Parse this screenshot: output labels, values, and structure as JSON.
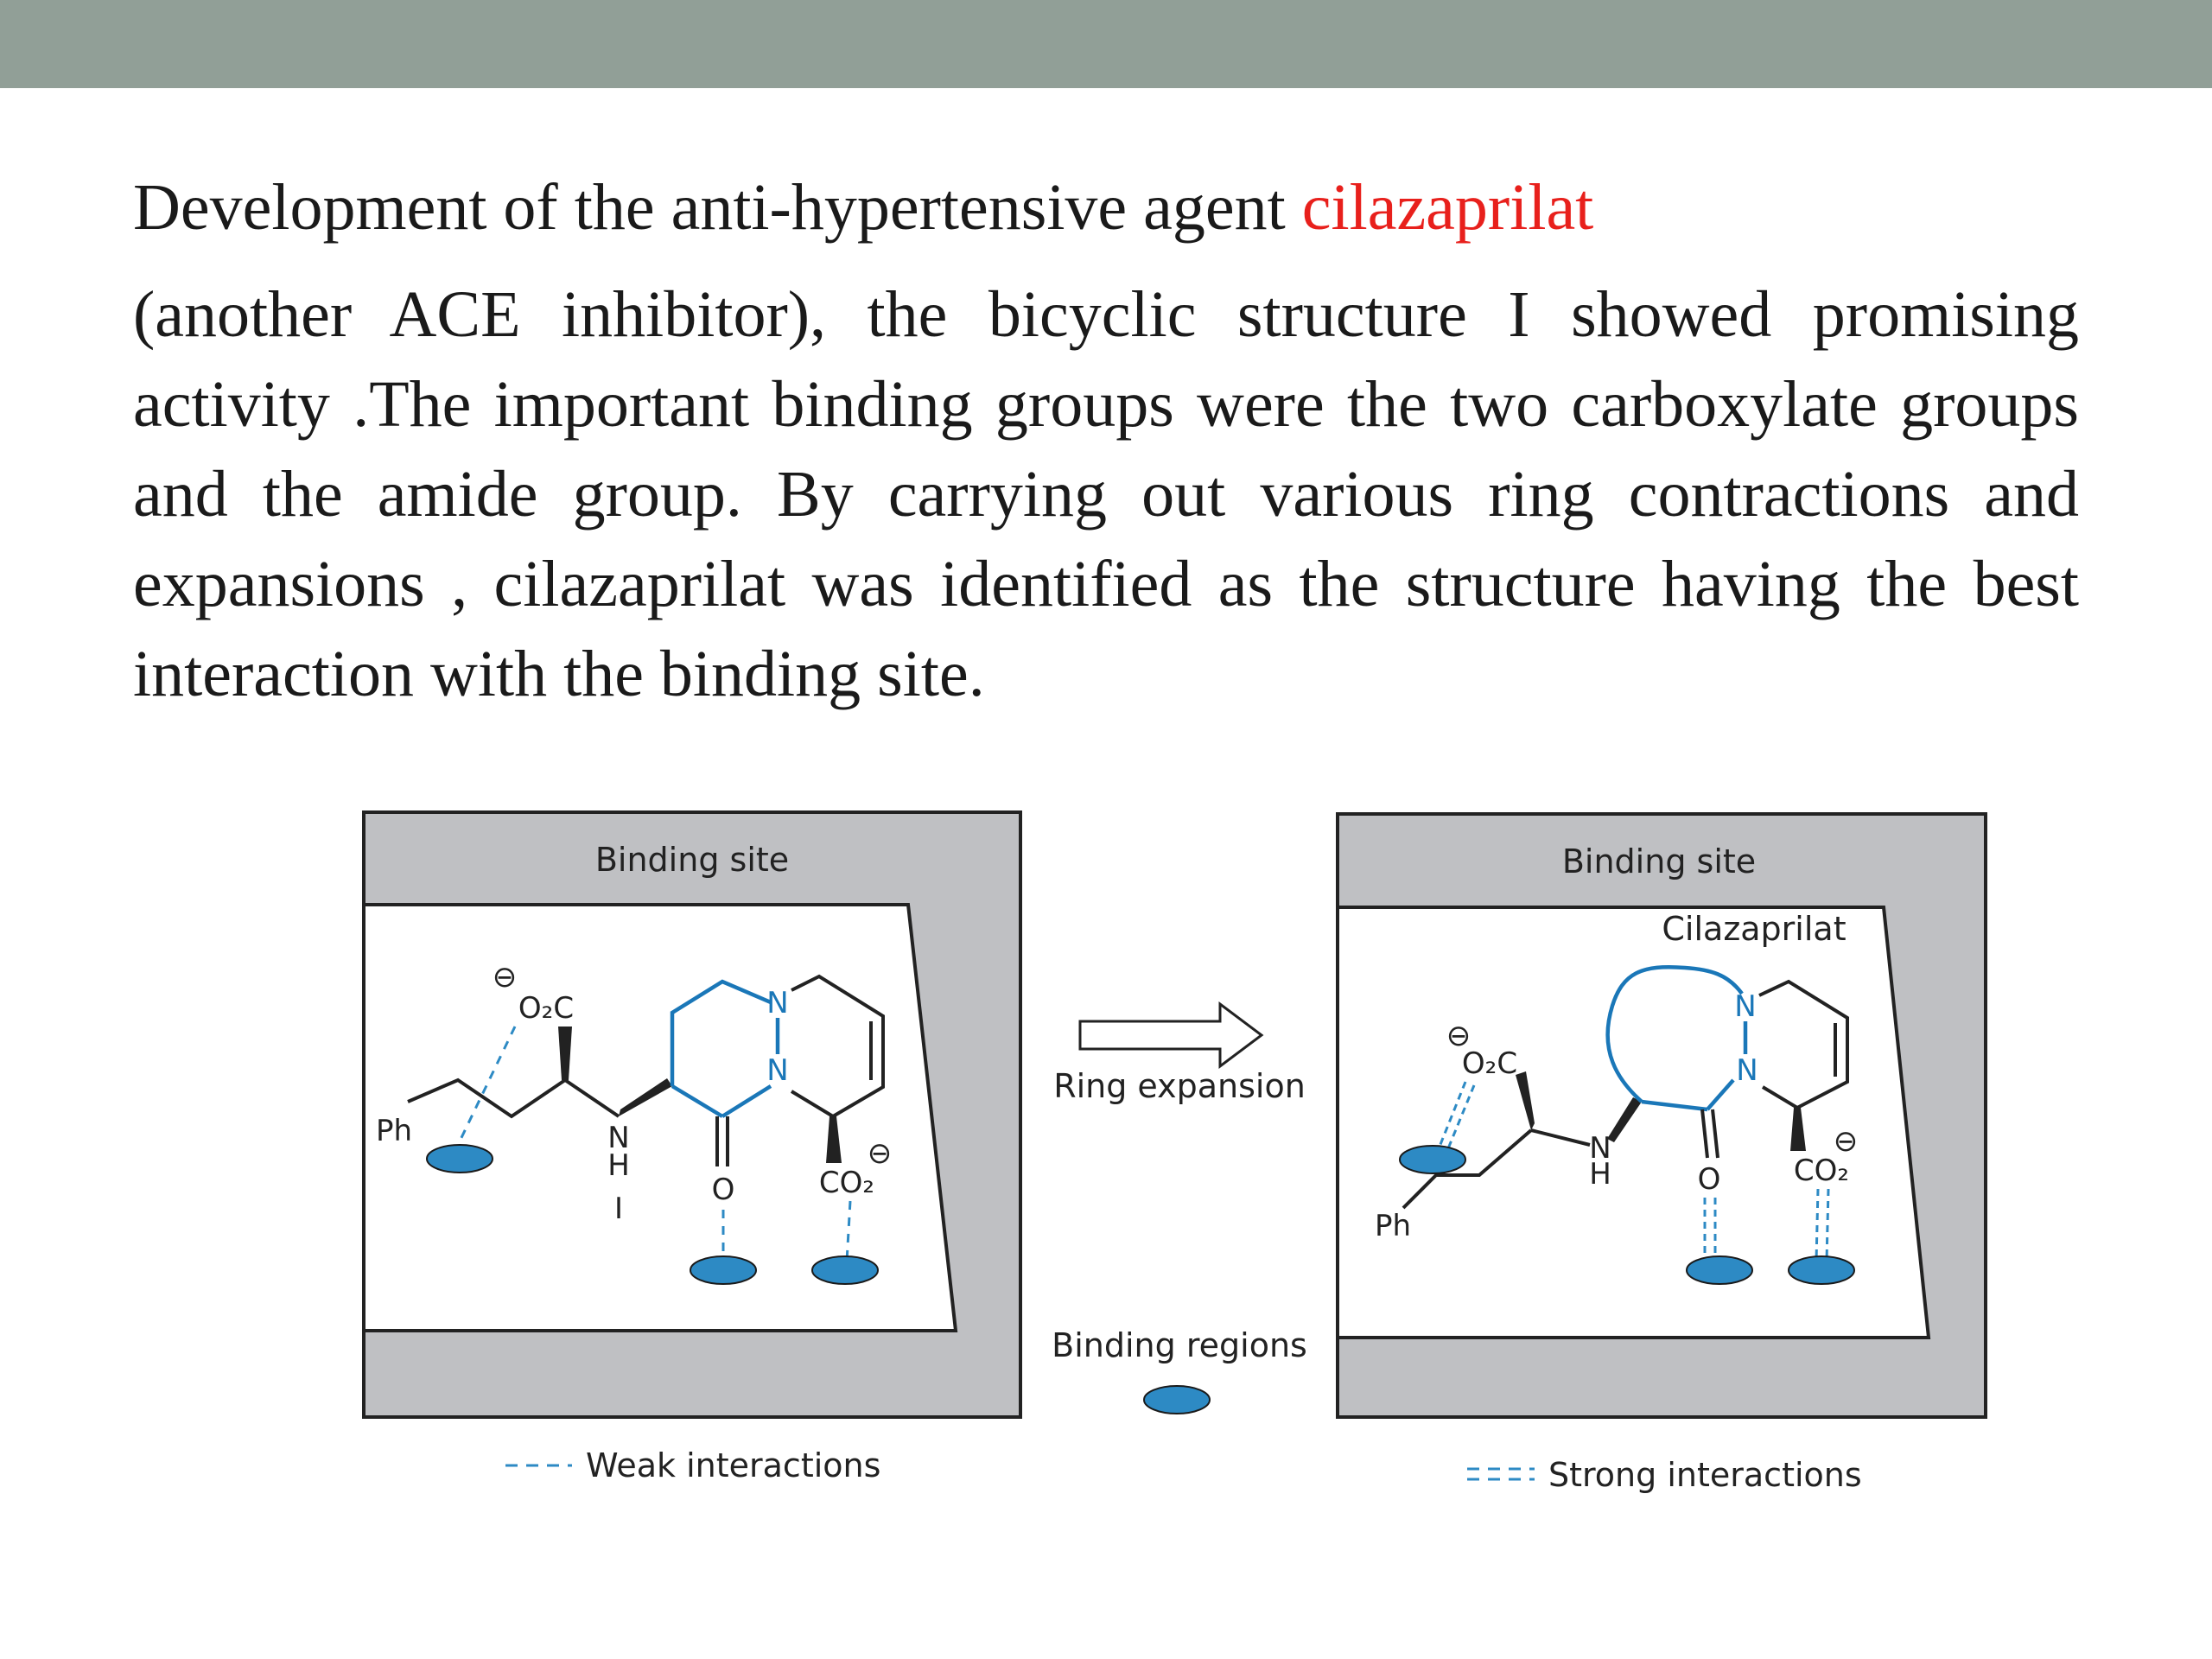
{
  "slide": {
    "title_prefix": "Development of the anti-hypertensive agent ",
    "title_highlight": "cilazaprilat",
    "body": "(another ACE inhibitor), the bicyclic structure I showed promising activity .The important binding groups were the two carboxylate groups and the amide group. By carrying out various ring contractions and expansions , cilazaprilat was identified as the structure having the best interaction with the binding site."
  },
  "figure": {
    "left_panel": {
      "label": "Binding site",
      "caption": "Weak interactions",
      "structure_label": "I",
      "atoms": {
        "ph": "Ph",
        "o2c": "O₂C",
        "n1": "N",
        "n2": "N",
        "nh_n": "N",
        "nh_h": "H",
        "o": "O",
        "co2": "CO₂",
        "charge": "⊖"
      }
    },
    "middle": {
      "arrow_label": "Ring expansion",
      "legend_label": "Binding regions"
    },
    "right_panel": {
      "label": "Binding site",
      "compound_label": "Cilazaprilat",
      "caption": "Strong interactions",
      "atoms": {
        "ph": "Ph",
        "o2c": "O₂C",
        "n1": "N",
        "n2": "N",
        "nh_n": "N",
        "nh_h": "H",
        "o": "O",
        "co2": "CO₂",
        "charge": "⊖"
      }
    },
    "colors": {
      "panel_gray": "#bfc0c3",
      "ring_blue": "#1a77b8",
      "region_blue": "#2d8ac4",
      "border": "#222222"
    }
  }
}
